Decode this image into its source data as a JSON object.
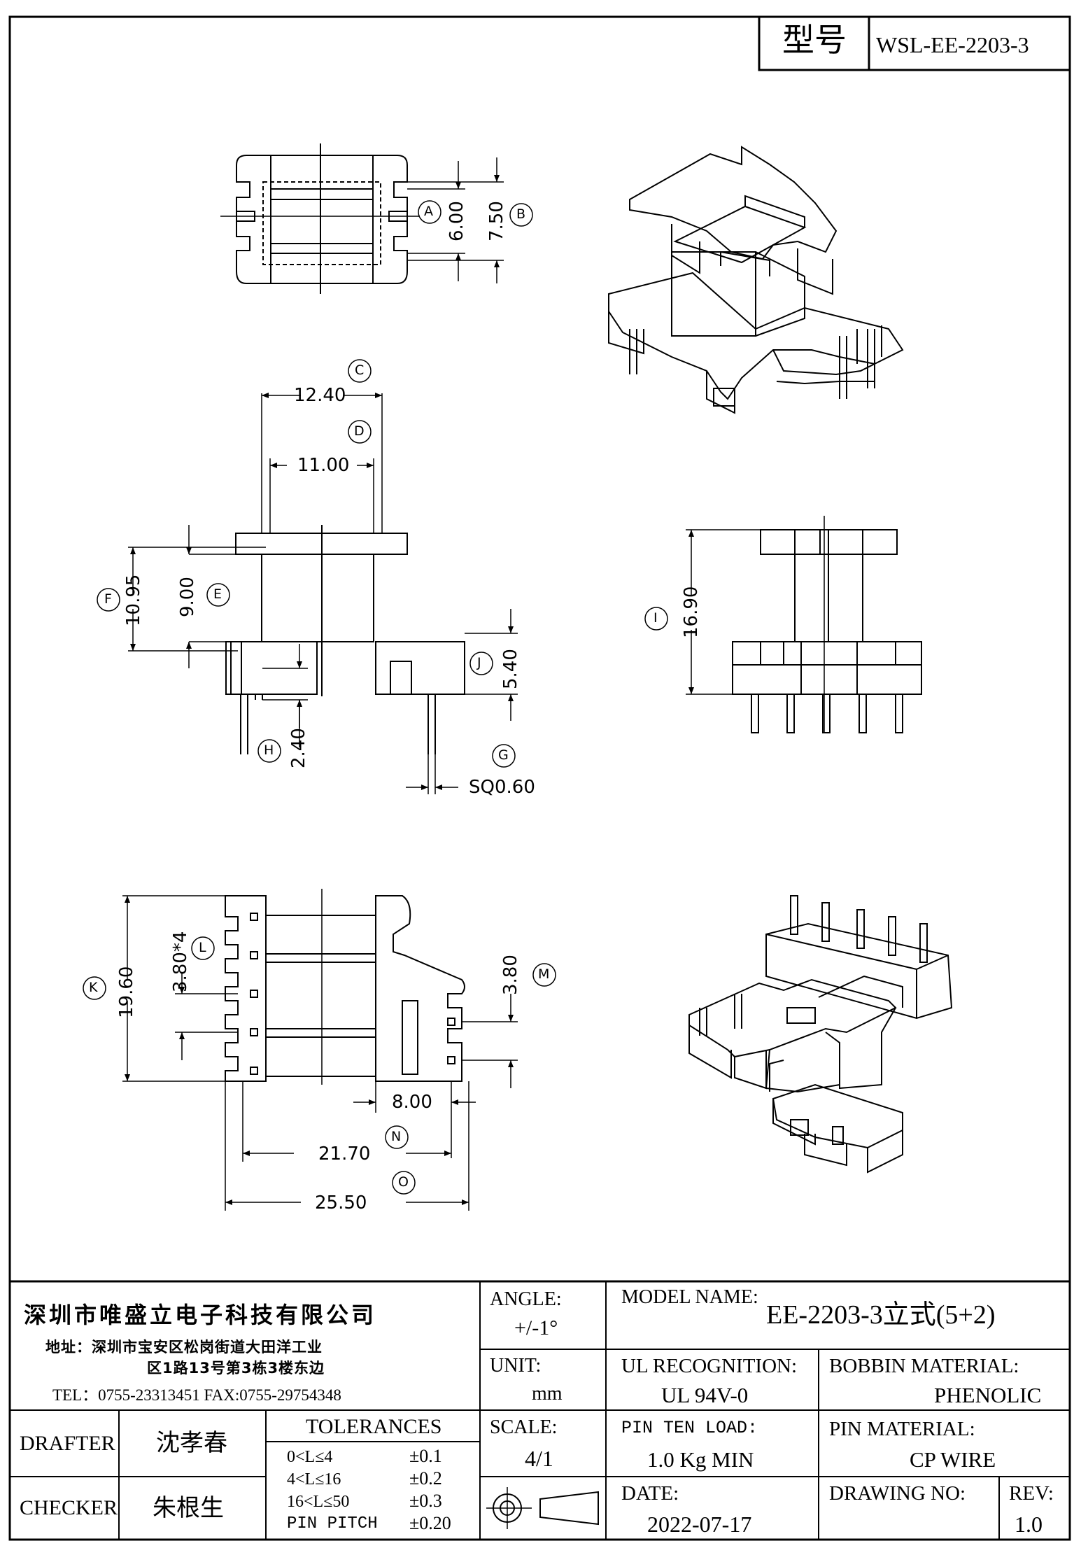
{
  "model_box": {
    "label": "型号",
    "value": "WSL-EE-2203-3"
  },
  "dimensions": {
    "A": "6.00",
    "B": "7.50",
    "C": "12.40",
    "D": "11.00",
    "E": "9.00",
    "F": "10.95",
    "G": "SQ0.60",
    "H": "2.40",
    "I": "16.90",
    "J": "5.40",
    "K": "19.60",
    "L": "3.80*4",
    "M": "21.70",
    "N": "25.50",
    "O": "3.80",
    "P": "8.00"
  },
  "markers": [
    "A",
    "B",
    "C",
    "D",
    "E",
    "F",
    "G",
    "H",
    "I",
    "J",
    "K",
    "L",
    "M",
    "N",
    "O"
  ],
  "title_block": {
    "company": "深圳市唯盛立电子科技有限公司",
    "address_line1": "地址：深圳市宝安区松岗街道大田洋工业",
    "address_line2": "区1路13号第3栋3楼东边",
    "contact": "TEL：0755-23313451   FAX:0755-29754348",
    "angle_label": "ANGLE:",
    "angle_value": "+/-1°",
    "unit_label": "UNIT:",
    "unit_value": "mm",
    "scale_label": "SCALE:",
    "scale_value": "4/1",
    "model_label": "MODEL NAME:",
    "model_value": "EE-2203-3立式(5+2)",
    "ul_label": "UL RECOGNITION:",
    "ul_value": "UL 94V-0",
    "bobbin_label": "BOBBIN MATERIAL:",
    "bobbin_value": "PHENOLIC",
    "pin_load_label": "PIN TEN LOAD:",
    "pin_load_value": "1.0 Kg MIN",
    "pin_material_label": "PIN MATERIAL:",
    "pin_material_value": "CP WIRE",
    "date_label": "DATE:",
    "date_value": "2022-07-17",
    "drawing_no_label": "DRAWING NO:",
    "rev_label": "REV:",
    "rev_value": "1.0",
    "drafter_label": "DRAFTER",
    "drafter_value": "沈孝春",
    "checker_label": "CHECKER",
    "checker_value": "朱根生",
    "tolerances_label": "TOLERANCES",
    "tolerances": [
      {
        "range": "0<L≤4",
        "value": "±0.1"
      },
      {
        "range": "4<L≤16",
        "value": "±0.2"
      },
      {
        "range": "16<L≤50",
        "value": "±0.3"
      },
      {
        "range": "PIN PITCH",
        "value": "±0.20"
      }
    ]
  }
}
